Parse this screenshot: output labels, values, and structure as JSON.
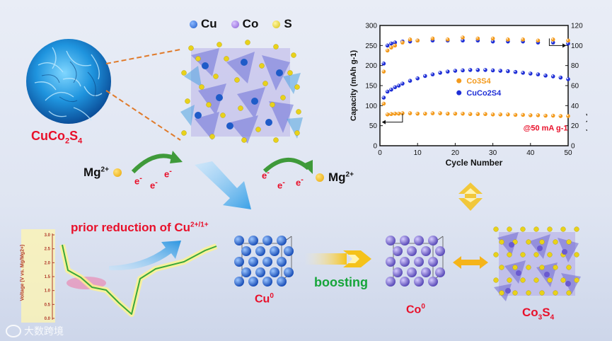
{
  "legend": {
    "cu": "Cu",
    "co": "Co",
    "s": "S"
  },
  "labels": {
    "material_main": "CuCo2S4",
    "mg_left": "Mg2+",
    "mg_right": "Mg2+",
    "electron": "e-",
    "prior_reduction": "prior reduction of Cu2+/1+",
    "cu0": "Cu0",
    "co0": "Co0",
    "boosting": "boosting",
    "co3s4": "Co3S4",
    "watermark": "大数跨境"
  },
  "voltage_axis": {
    "label": "Voltage (V vs. Mg/Mg2+)",
    "ticks": [
      "3.0",
      "2.5",
      "2.0",
      "1.5",
      "1.0",
      "0.5",
      "0.0"
    ]
  },
  "colors": {
    "cu": "#1e5bc8",
    "co": "#8a5fd6",
    "s": "#e8d21a",
    "highlight_red": "#e8102a",
    "boost_green": "#16a53a"
  },
  "chart_data": {
    "type": "scatter",
    "xlabel": "Cycle Number",
    "ylabel": "Capacity (mAh g-1)",
    "y2label": "Coulombic efficiency (%)",
    "xlim": [
      0,
      50
    ],
    "ylim": [
      0,
      300
    ],
    "y2lim": [
      0,
      120
    ],
    "xticks": [
      0,
      10,
      20,
      30,
      40,
      50
    ],
    "yticks": [
      0,
      50,
      100,
      150,
      200,
      250,
      300
    ],
    "y2ticks": [
      0,
      20,
      40,
      60,
      80,
      100,
      120
    ],
    "annotation": "@50 mA g-1",
    "legend": [
      {
        "name": "CuCo2S4",
        "color": "#1f2fd6"
      },
      {
        "name": "Co3S4",
        "color": "#f39a1c"
      }
    ],
    "series": [
      {
        "name": "CuCo2S4 capacity",
        "axis": "left",
        "color": "#1f2fd6",
        "x": [
          1,
          2,
          3,
          4,
          5,
          6,
          8,
          10,
          12,
          14,
          16,
          18,
          20,
          22,
          24,
          26,
          28,
          30,
          32,
          34,
          36,
          38,
          40,
          42,
          44,
          46,
          48,
          50
        ],
        "y": [
          120,
          135,
          140,
          146,
          150,
          155,
          162,
          168,
          174,
          178,
          182,
          185,
          187,
          188,
          189,
          189,
          189,
          188,
          187,
          186,
          184,
          182,
          180,
          178,
          175,
          173,
          170,
          166
        ]
      },
      {
        "name": "Co3S4 capacity",
        "axis": "left",
        "color": "#f39a1c",
        "x": [
          1,
          2,
          3,
          4,
          5,
          6,
          8,
          10,
          12,
          14,
          16,
          18,
          20,
          22,
          24,
          26,
          28,
          30,
          32,
          34,
          36,
          38,
          40,
          42,
          44,
          46,
          48,
          50
        ],
        "y": [
          105,
          78,
          79,
          80,
          80,
          81,
          81,
          80,
          80,
          81,
          81,
          80,
          80,
          80,
          79,
          79,
          79,
          78,
          78,
          78,
          77,
          77,
          76,
          76,
          75,
          75,
          74,
          74
        ]
      },
      {
        "name": "CuCo2S4 efficiency",
        "axis": "right",
        "color": "#1f2fd6",
        "x": [
          1,
          2,
          3,
          4,
          6,
          8,
          10,
          14,
          18,
          22,
          26,
          30,
          34,
          38,
          42,
          46,
          50
        ],
        "y": [
          82,
          100,
          102,
          103,
          104,
          104,
          105,
          105,
          105,
          105,
          105,
          104,
          104,
          104,
          103,
          103,
          102
        ]
      },
      {
        "name": "Co3S4 efficiency",
        "axis": "right",
        "color": "#f39a1c",
        "x": [
          1,
          2,
          3,
          4,
          6,
          8,
          10,
          14,
          18,
          22,
          26,
          30,
          34,
          38,
          42,
          46,
          50
        ],
        "y": [
          74,
          95,
          98,
          100,
          103,
          106,
          105,
          107,
          106,
          108,
          107,
          107,
          106,
          106,
          105,
          106,
          105
        ]
      }
    ]
  }
}
